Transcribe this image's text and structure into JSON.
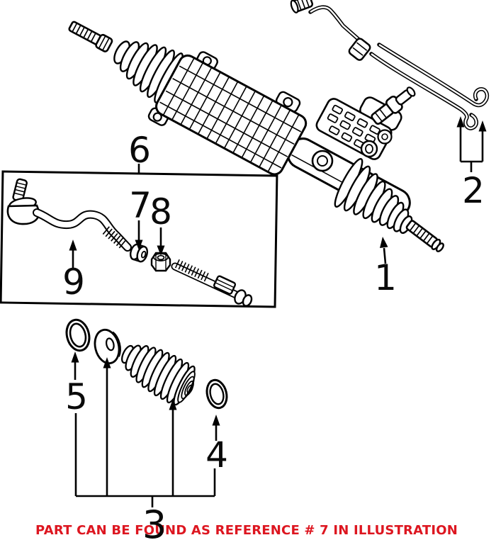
{
  "note": {
    "text": "PART CAN BE FOUND AS REFERENCE # 7 IN ILLUSTRATION",
    "color": "#dd1620"
  },
  "callouts": {
    "c1": "1",
    "c2": "2",
    "c3": "3",
    "c4": "4",
    "c5": "5",
    "c6": "6",
    "c7": "7",
    "c8": "8",
    "c9": "9"
  },
  "canvas": {
    "background": "#ffffff",
    "line_color": "#000000"
  }
}
